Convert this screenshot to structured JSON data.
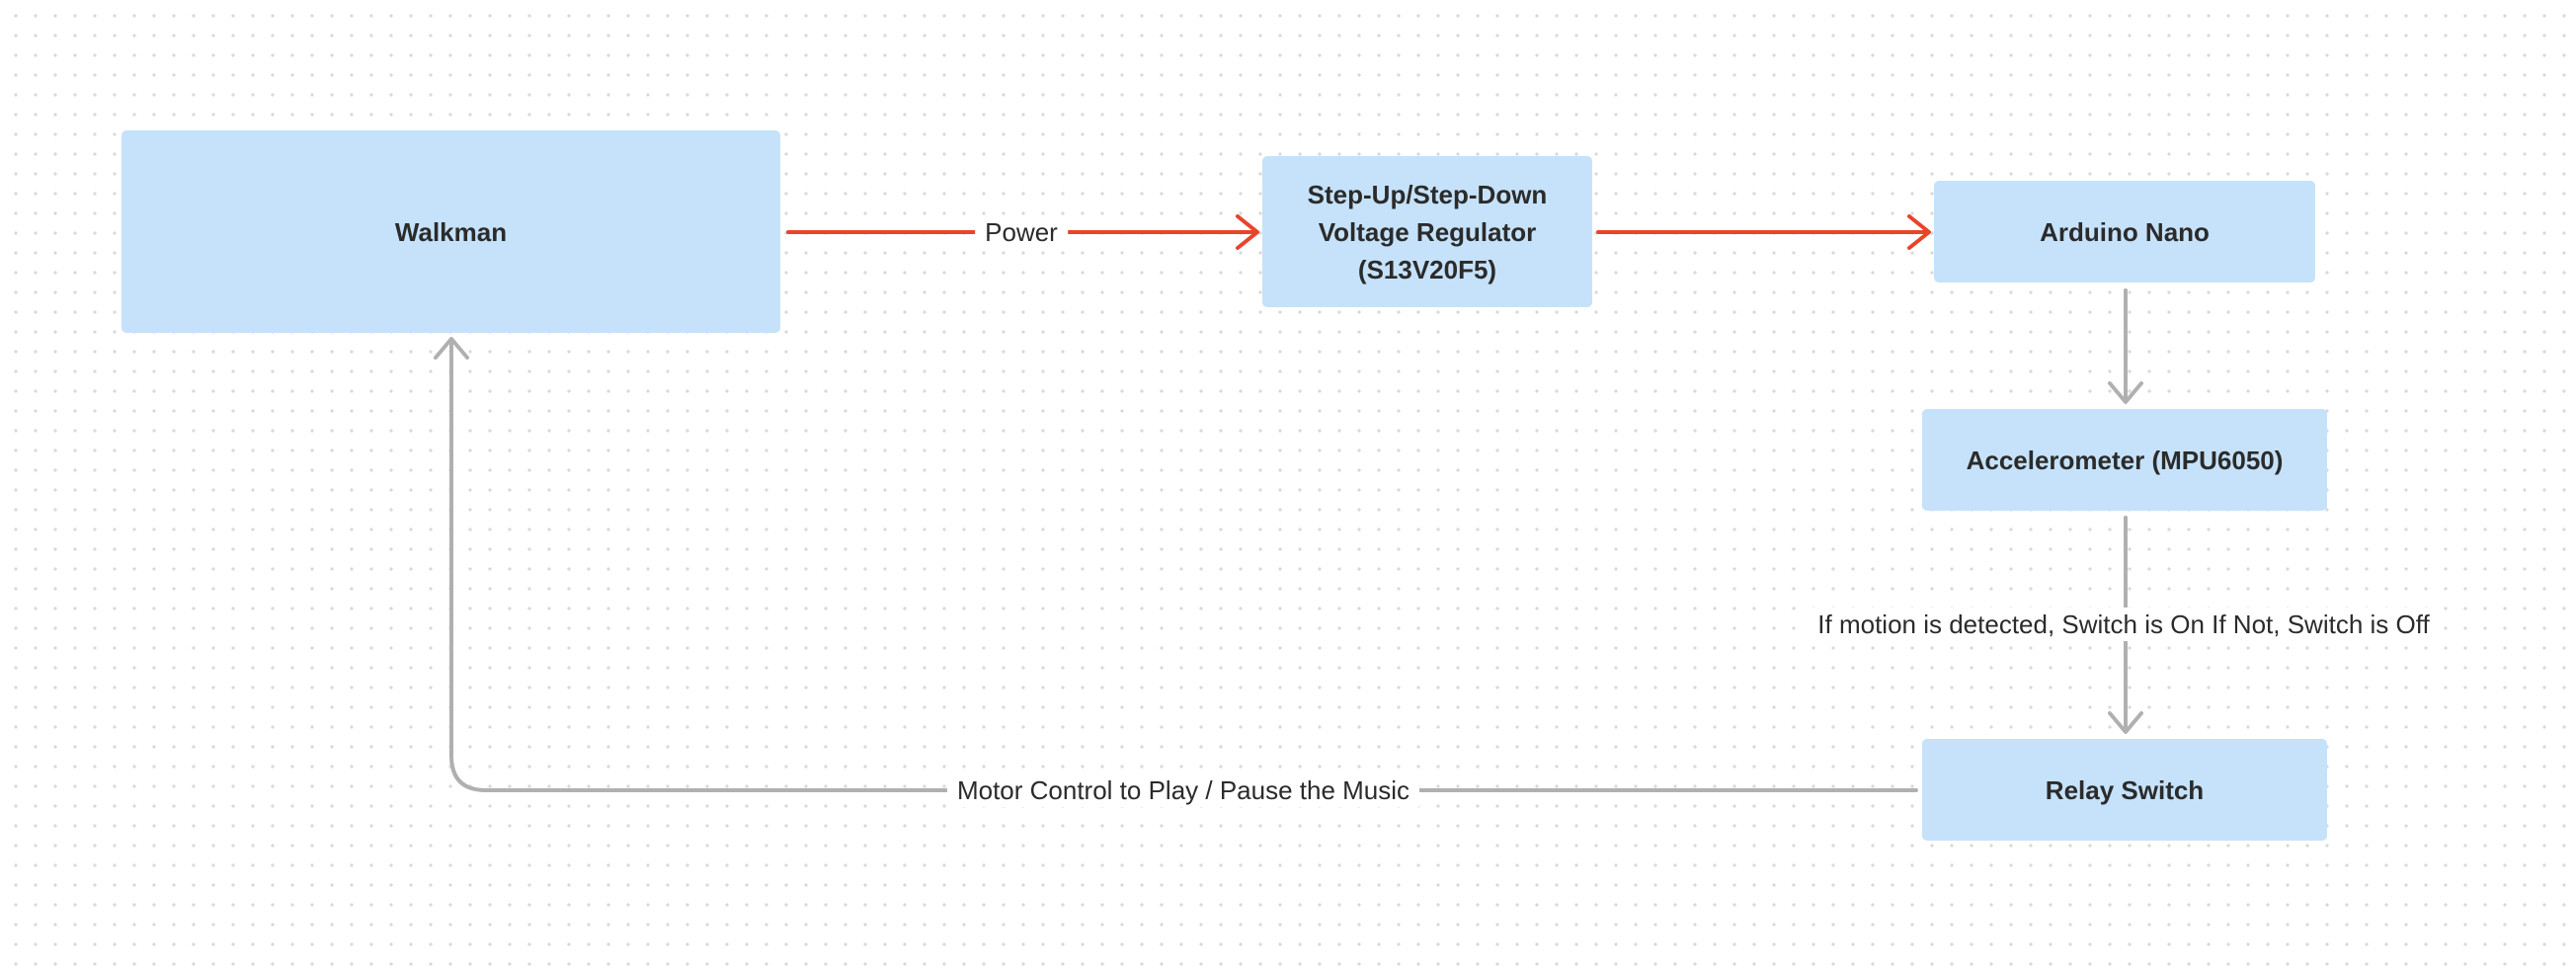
{
  "nodes": {
    "walkman": "Walkman",
    "regulator": "Step-Up/Step-Down\nVoltage Regulator\n(S13V20F5)",
    "arduino": "Arduino Nano",
    "accelerometer": "Accelerometer (MPU6050)",
    "relay": "Relay Switch"
  },
  "edges": {
    "power": "Power",
    "motion_condition": "If motion is detected, Switch is On If Not, Switch is Off",
    "motor_control": "Motor Control to Play / Pause the Music"
  },
  "colors": {
    "node_fill": "#c5e2fa",
    "power_arrow": "#e8442c",
    "signal_arrow": "#b0b0b0",
    "text": "#2b2b2b"
  }
}
